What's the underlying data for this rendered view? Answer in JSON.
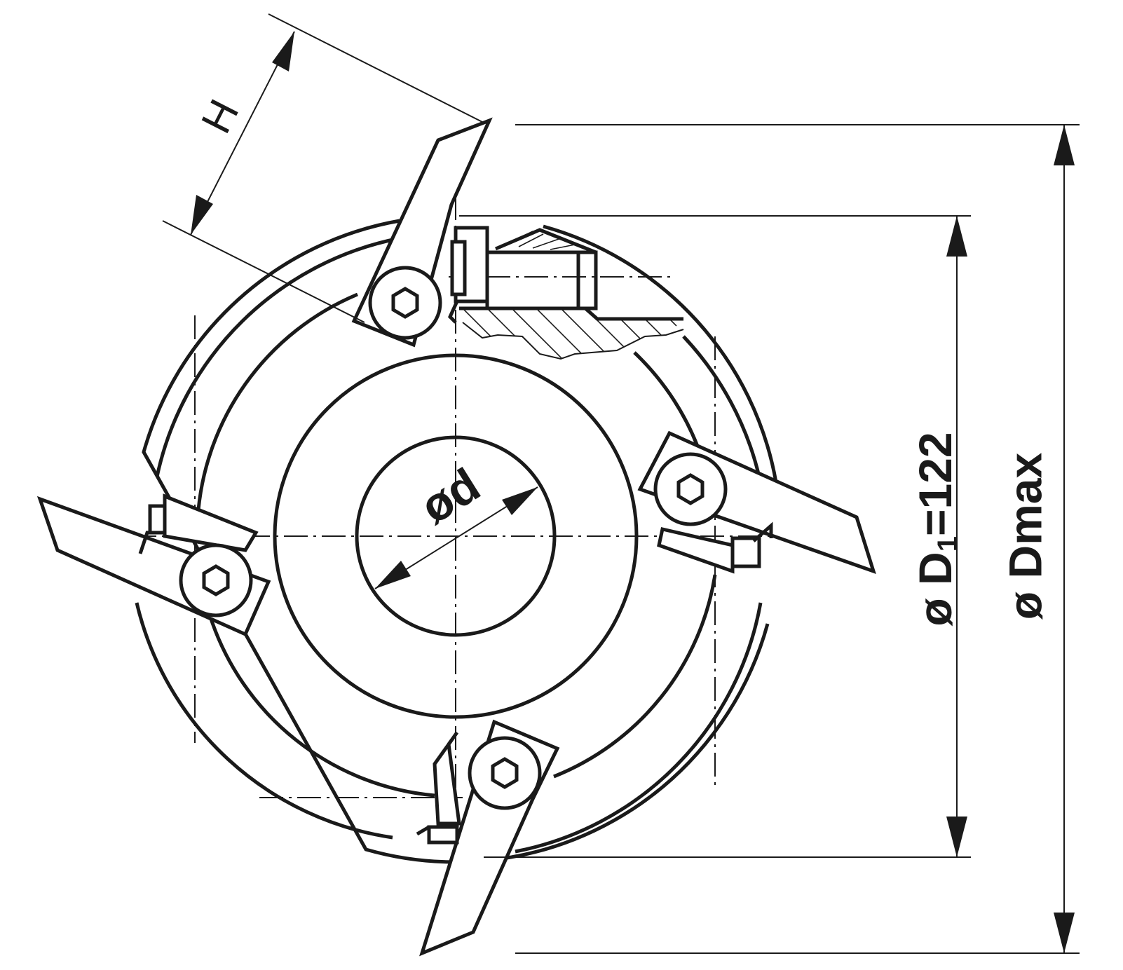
{
  "labels": {
    "dim_h": "H",
    "dim_d": "ød",
    "dim_d1_prefix": "ø D",
    "dim_d1_sub": "1",
    "dim_d1_suffix": "=122",
    "dim_dmax": "ø Dmax"
  },
  "colors": {
    "ink": "#1a1a1a",
    "background": "#ffffff"
  },
  "icons": {
    "screw": "hex-socket-screw-icon",
    "arrow": "dimension-arrowhead-icon"
  }
}
